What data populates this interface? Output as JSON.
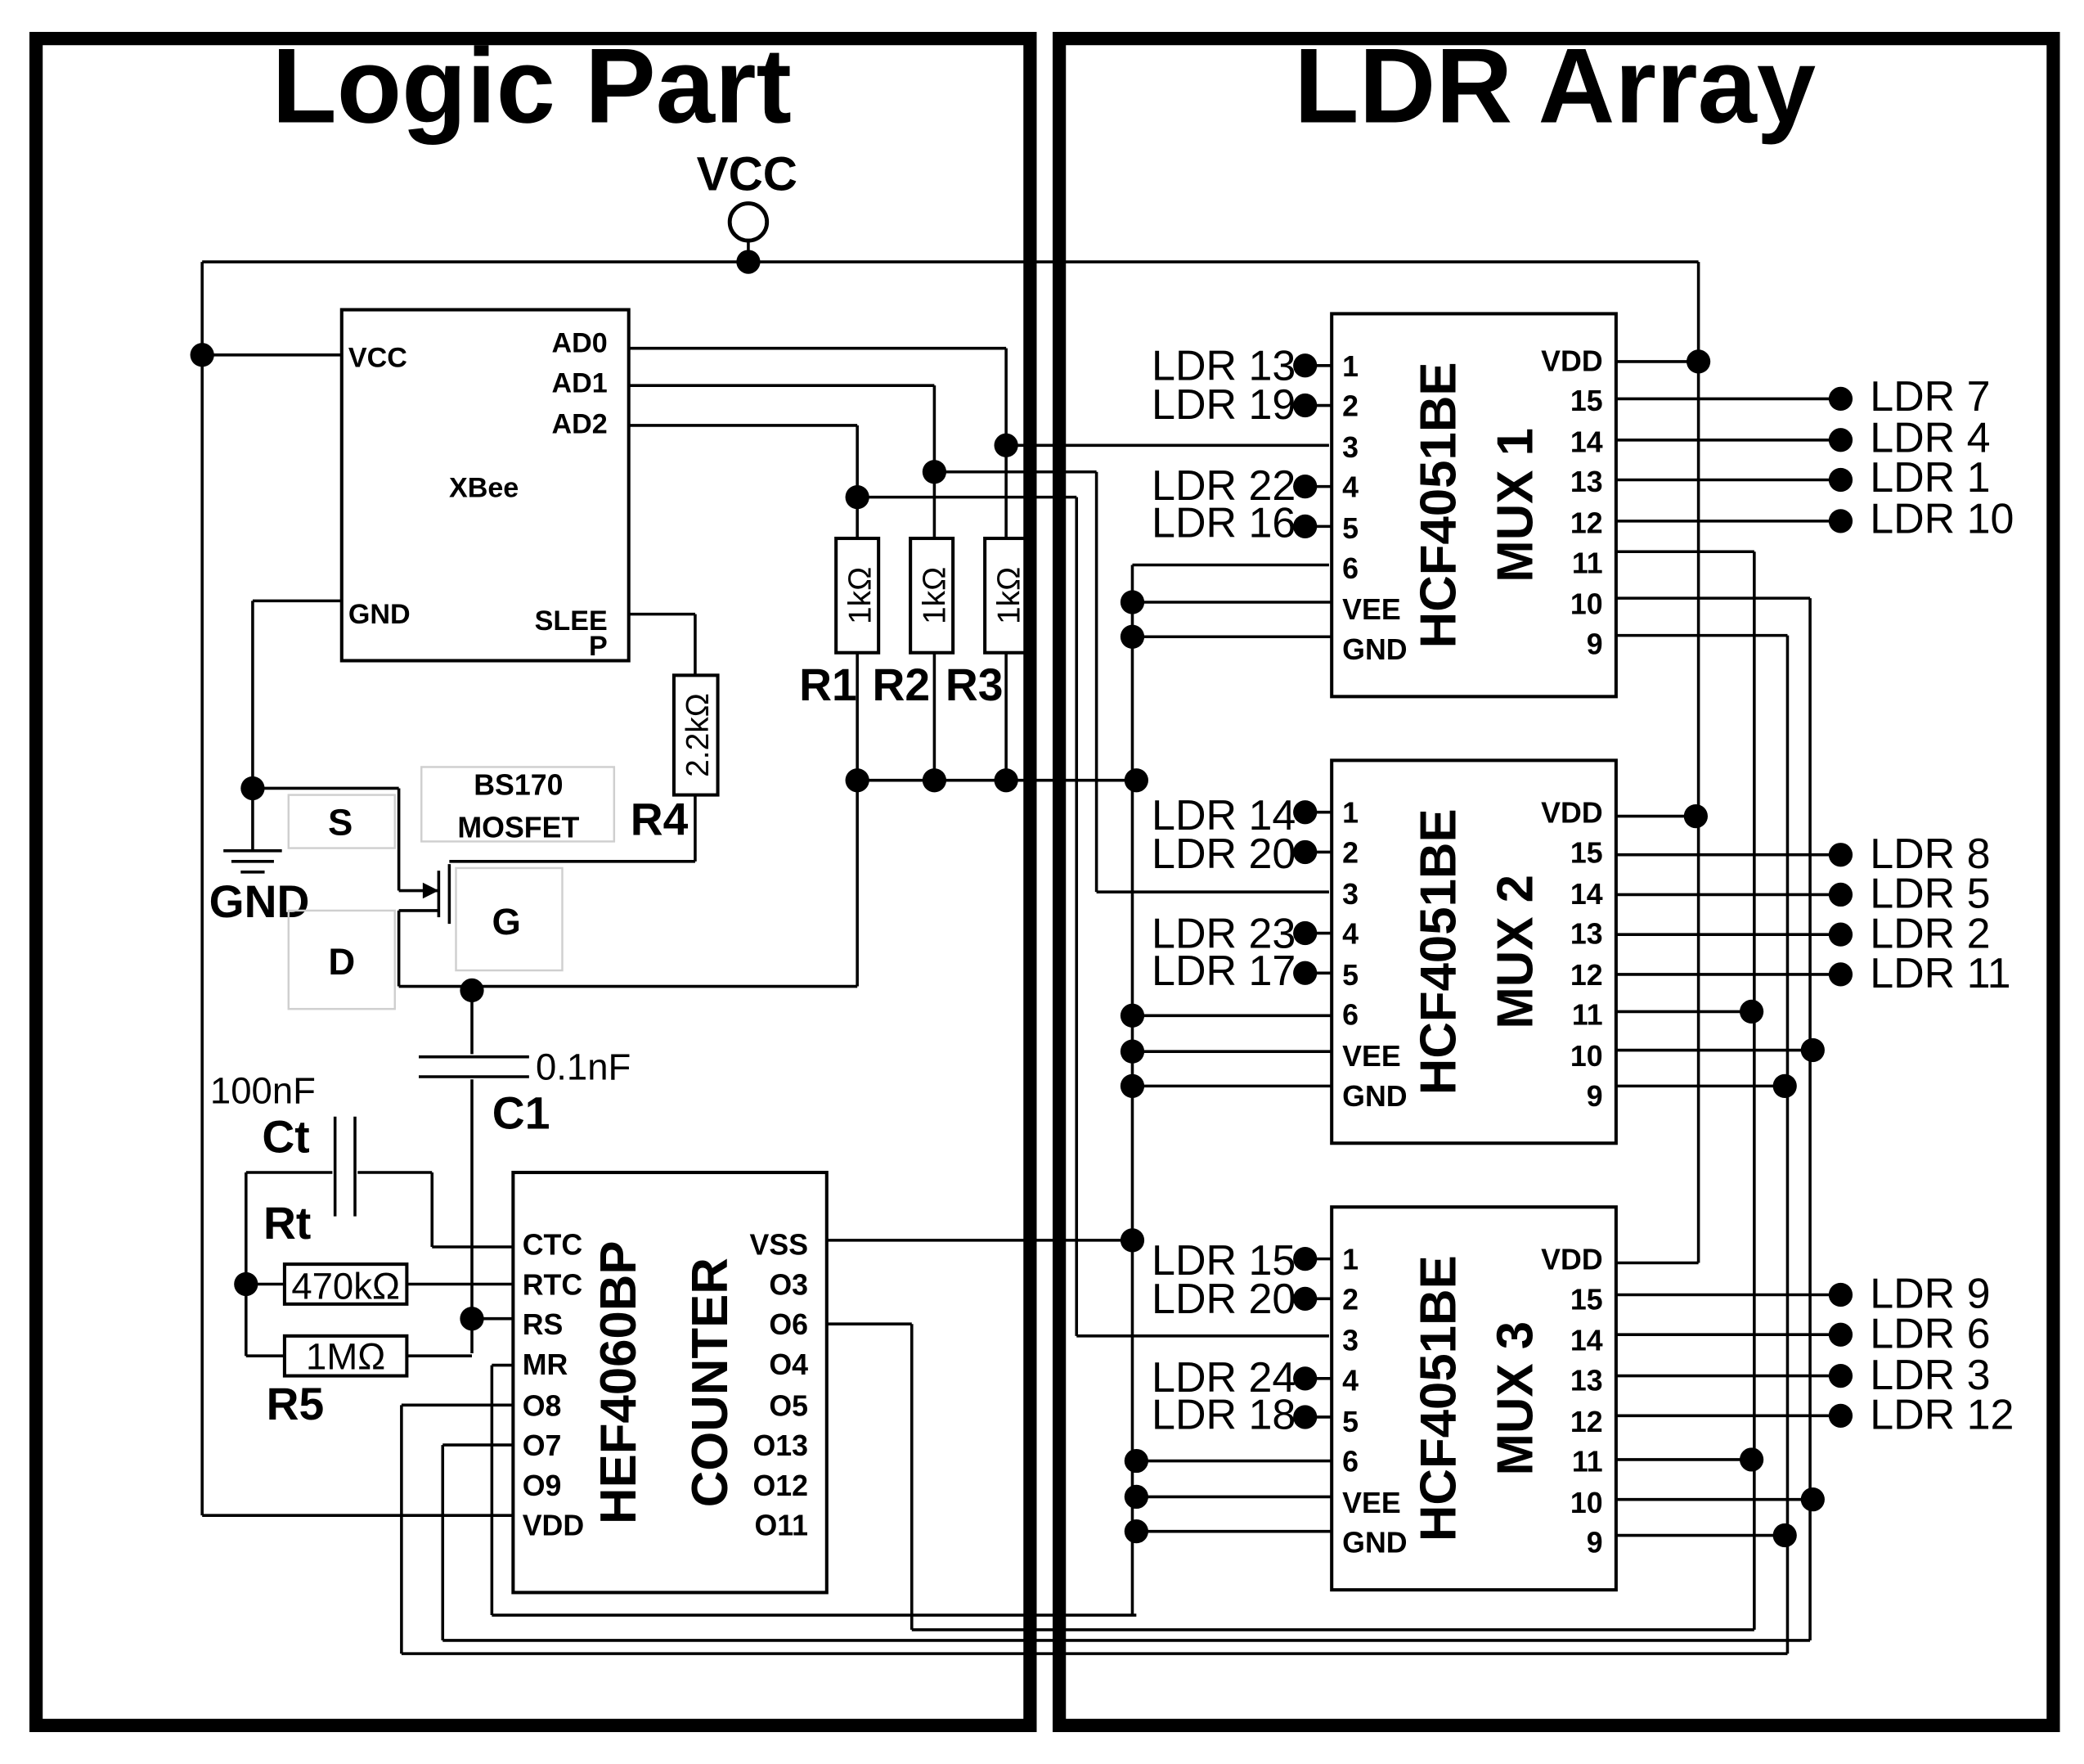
{
  "panels": {
    "logic_title": "Logic Part",
    "ldr_title": "LDR Array"
  },
  "power": {
    "vcc_label": "VCC",
    "gnd_label": "GND"
  },
  "xbee": {
    "name": "XBee",
    "pin_vcc": "VCC",
    "pin_gnd": "GND",
    "pin_ad0": "AD0",
    "pin_ad1": "AD1",
    "pin_ad2": "AD2",
    "pin_sleep_line1": "SLEE",
    "pin_sleep_line2": "P"
  },
  "resistors": {
    "r1_value": "1kΩ",
    "r1_label": "R1",
    "r2_value": "1kΩ",
    "r2_label": "R2",
    "r3_value": "1kΩ",
    "r3_label": "R3",
    "r4_value": "2.2kΩ",
    "r4_label": "R4",
    "rt_value": "470kΩ",
    "rt_label": "Rt",
    "r5_value": "1MΩ",
    "r5_label": "R5"
  },
  "mosfet": {
    "name_line1": "BS170",
    "name_line2": "MOSFET",
    "pin_s": "S",
    "pin_d": "D",
    "pin_g": "G"
  },
  "capacitors": {
    "c1_value": "0.1nF",
    "c1_label": "C1",
    "ct_value": "100nF",
    "ct_label": "Ct"
  },
  "counter": {
    "part": "HEF4060BP",
    "name": "COUNTER",
    "left_pins": [
      "CTC",
      "RTC",
      "RS",
      "MR",
      "O8",
      "O7",
      "O9",
      "VDD"
    ],
    "right_pins": [
      "VSS",
      "O3",
      "O6",
      "O4",
      "O5",
      "O13",
      "O12",
      "O11"
    ]
  },
  "mux_common": {
    "part": "HCF4051BE",
    "left_pins": [
      "1",
      "2",
      "3",
      "4",
      "5",
      "6",
      "VEE",
      "GND"
    ],
    "right_pins": [
      "VDD",
      "15",
      "14",
      "13",
      "12",
      "11",
      "10",
      "9"
    ]
  },
  "muxes": [
    {
      "name": "MUX 1",
      "in_labels": [
        "LDR 13",
        "LDR 19",
        "",
        "LDR 22",
        "LDR 16"
      ],
      "out_labels": [
        "LDR 7",
        "LDR 4",
        "LDR 1",
        "LDR 10"
      ]
    },
    {
      "name": "MUX 2",
      "in_labels": [
        "LDR 14",
        "LDR 20",
        "",
        "LDR 23",
        "LDR 17"
      ],
      "out_labels": [
        "LDR 8",
        "LDR 5",
        "LDR 2",
        "LDR 11"
      ]
    },
    {
      "name": "MUX 3",
      "in_labels": [
        "LDR 15",
        "LDR 20",
        "",
        "LDR 24",
        "LDR 18"
      ],
      "out_labels": [
        "LDR 9",
        "LDR 6",
        "LDR 3",
        "LDR 12"
      ]
    }
  ]
}
